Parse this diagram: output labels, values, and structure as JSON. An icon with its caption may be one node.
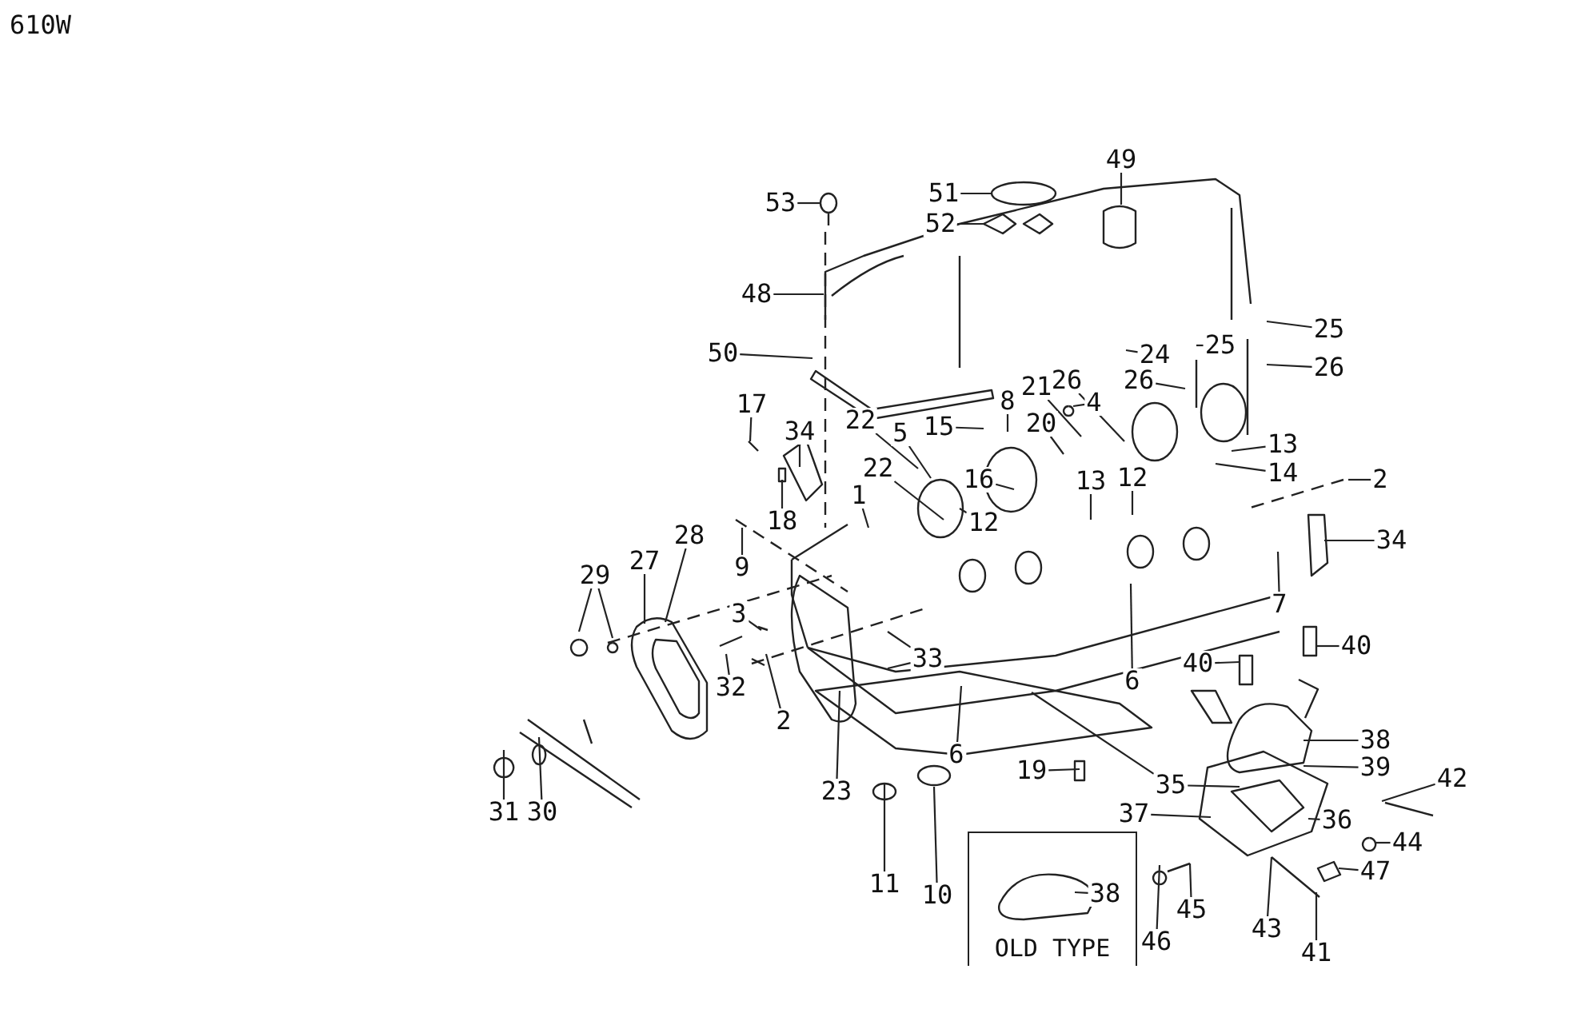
{
  "diagram": {
    "nodes": [
      {
        "text": [
          "49"
        ]
      },
      {
        "text": [
          "51"
        ]
      },
      {
        "text": [
          "53"
        ]
      },
      {
        "text": [
          "52"
        ]
      },
      {
        "text": [
          "48"
        ]
      },
      {
        "text": [
          "50"
        ]
      },
      {
        "text": [
          "25"
        ]
      },
      {
        "text": [
          "24"
        ]
      },
      {
        "text": [
          "25"
        ]
      },
      {
        "text": [
          "26"
        ]
      },
      {
        "text": [
          "26"
        ]
      },
      {
        "text": [
          "26"
        ]
      },
      {
        "text": [
          "17"
        ]
      },
      {
        "text": [
          "21"
        ]
      },
      {
        "text": [
          "4"
        ]
      },
      {
        "text": [
          "34"
        ]
      },
      {
        "text": [
          "22"
        ]
      },
      {
        "text": [
          "5"
        ]
      },
      {
        "text": [
          "15"
        ]
      },
      {
        "text": [
          "8"
        ]
      },
      {
        "text": [
          "20"
        ]
      },
      {
        "text": [
          "16"
        ]
      },
      {
        "text": [
          "13"
        ]
      },
      {
        "text": [
          "14"
        ]
      },
      {
        "text": [
          "2"
        ]
      },
      {
        "text": [
          "18"
        ]
      },
      {
        "text": [
          "22"
        ]
      },
      {
        "text": [
          "1"
        ]
      },
      {
        "text": [
          "13"
        ]
      },
      {
        "text": [
          "12"
        ]
      },
      {
        "text": [
          "12"
        ]
      },
      {
        "text": [
          "34"
        ]
      },
      {
        "text": [
          "9"
        ]
      },
      {
        "text": [
          "29"
        ]
      },
      {
        "text": [
          "27"
        ]
      },
      {
        "text": [
          "28"
        ]
      },
      {
        "text": [
          "7"
        ]
      },
      {
        "text": [
          "3"
        ]
      },
      {
        "text": [
          "33"
        ]
      },
      {
        "text": [
          "32"
        ]
      },
      {
        "text": [
          "40"
        ]
      },
      {
        "text": [
          "40"
        ]
      },
      {
        "text": [
          "2"
        ]
      },
      {
        "text": [
          "6"
        ]
      },
      {
        "text": [
          "6"
        ]
      },
      {
        "text": [
          "23"
        ]
      },
      {
        "text": [
          "38"
        ]
      },
      {
        "text": [
          "39"
        ]
      },
      {
        "text": [
          "19"
        ]
      },
      {
        "text": [
          "31"
        ]
      },
      {
        "text": [
          "30"
        ]
      },
      {
        "text": [
          "35"
        ]
      },
      {
        "text": [
          "42"
        ]
      },
      {
        "text": [
          "37"
        ]
      },
      {
        "text": [
          "36"
        ]
      },
      {
        "text": [
          "44"
        ]
      },
      {
        "text": [
          "11"
        ]
      },
      {
        "text": [
          "10"
        ]
      },
      {
        "text": [
          "OLD TYPE"
        ]
      },
      {
        "text": [
          "38"
        ],
        "in": 58
      },
      {
        "text": [
          "47"
        ]
      },
      {
        "text": [
          "45"
        ]
      },
      {
        "text": [
          "43"
        ]
      },
      {
        "text": [
          "46"
        ]
      },
      {
        "text": [
          "41"
        ]
      }
    ],
    "edges": [
      {
        "from": 0,
        "to": null,
        "arrow": "none"
      },
      {
        "from": 1,
        "to": null,
        "arrow": "none"
      },
      {
        "from": 2,
        "to": null,
        "arrow": "none"
      },
      {
        "from": 3,
        "to": null,
        "arrow": "none"
      },
      {
        "from": 4,
        "to": null,
        "arrow": "none"
      },
      {
        "from": 5,
        "to": null,
        "arrow": "none"
      },
      {
        "from": 6,
        "to": null,
        "arrow": "none"
      },
      {
        "from": 7,
        "to": null,
        "arrow": "none"
      },
      {
        "from": 8,
        "to": null,
        "arrow": "none"
      },
      {
        "from": 9,
        "to": null,
        "arrow": "none"
      },
      {
        "from": 10,
        "to": null,
        "arrow": "none"
      },
      {
        "from": 11,
        "to": null,
        "arrow": "none"
      },
      {
        "from": 12,
        "to": null,
        "arrow": "none"
      },
      {
        "from": 13,
        "to": null,
        "arrow": "none"
      },
      {
        "from": 14,
        "to": null,
        "arrow": "none"
      },
      {
        "from": 15,
        "to": null,
        "arrow": "none"
      },
      {
        "from": 16,
        "to": null,
        "arrow": "none"
      },
      {
        "from": 17,
        "to": null,
        "arrow": "none"
      },
      {
        "from": 18,
        "to": null,
        "arrow": "none"
      },
      {
        "from": 19,
        "to": null,
        "arrow": "none"
      },
      {
        "from": 20,
        "to": null,
        "arrow": "none"
      },
      {
        "from": 21,
        "to": null,
        "arrow": "none"
      },
      {
        "from": 22,
        "to": null,
        "arrow": "none"
      },
      {
        "from": 23,
        "to": null,
        "arrow": "none"
      },
      {
        "from": 24,
        "to": null,
        "arrow": "none"
      },
      {
        "from": 25,
        "to": null,
        "arrow": "none"
      },
      {
        "from": 26,
        "to": null,
        "arrow": "none"
      },
      {
        "from": 27,
        "to": null,
        "arrow": "none"
      },
      {
        "from": 28,
        "to": null,
        "arrow": "none"
      },
      {
        "from": 29,
        "to": null,
        "arrow": "none"
      },
      {
        "from": 30,
        "to": null,
        "arrow": "none"
      },
      {
        "from": 31,
        "to": null,
        "arrow": "none"
      },
      {
        "from": 32,
        "to": null,
        "arrow": "none"
      },
      {
        "from": 33,
        "to": null,
        "arrow": "none"
      },
      {
        "from": 33,
        "to": null,
        "arrow": "none"
      },
      {
        "from": 34,
        "to": null,
        "arrow": "none"
      },
      {
        "from": 35,
        "to": null,
        "arrow": "none"
      },
      {
        "from": 36,
        "to": null,
        "arrow": "none"
      },
      {
        "from": 37,
        "to": null,
        "arrow": "none"
      },
      {
        "from": 38,
        "to": null,
        "arrow": "none"
      },
      {
        "from": 38,
        "to": null,
        "arrow": "none"
      },
      {
        "from": 39,
        "to": null,
        "arrow": "none"
      },
      {
        "from": 40,
        "to": null,
        "arrow": "none"
      },
      {
        "from": 41,
        "to": null,
        "arrow": "none"
      },
      {
        "from": 42,
        "to": null,
        "arrow": "none"
      },
      {
        "from": 43,
        "to": null,
        "arrow": "none"
      },
      {
        "from": 44,
        "to": null,
        "arrow": "none"
      },
      {
        "from": 45,
        "to": null,
        "arrow": "none"
      },
      {
        "from": 46,
        "to": null,
        "arrow": "none"
      },
      {
        "from": 47,
        "to": null,
        "arrow": "none"
      },
      {
        "from": 48,
        "to": null,
        "arrow": "none"
      },
      {
        "from": 49,
        "to": null,
        "arrow": "none"
      },
      {
        "from": 50,
        "to": null,
        "arrow": "none"
      },
      {
        "from": 51,
        "to": null,
        "arrow": "none"
      },
      {
        "from": 51,
        "to": null,
        "arrow": "none"
      },
      {
        "from": 52,
        "to": null,
        "arrow": "none"
      },
      {
        "from": 53,
        "to": null,
        "arrow": "none"
      },
      {
        "from": 54,
        "to": null,
        "arrow": "none"
      },
      {
        "from": 55,
        "to": null,
        "arrow": "none"
      },
      {
        "from": 56,
        "to": null,
        "arrow": "none"
      },
      {
        "from": 57,
        "to": null,
        "arrow": "none"
      },
      {
        "from": 59,
        "to": null,
        "arrow": "none"
      },
      {
        "from": 60,
        "to": null,
        "arrow": "none"
      },
      {
        "from": 61,
        "to": null,
        "arrow": "none"
      },
      {
        "from": 62,
        "to": null,
        "arrow": "none"
      },
      {
        "from": 63,
        "to": null,
        "arrow": "none"
      },
      {
        "from": 64,
        "to": null,
        "arrow": "none"
      }
    ],
    "labels": [
      "610W"
    ]
  }
}
